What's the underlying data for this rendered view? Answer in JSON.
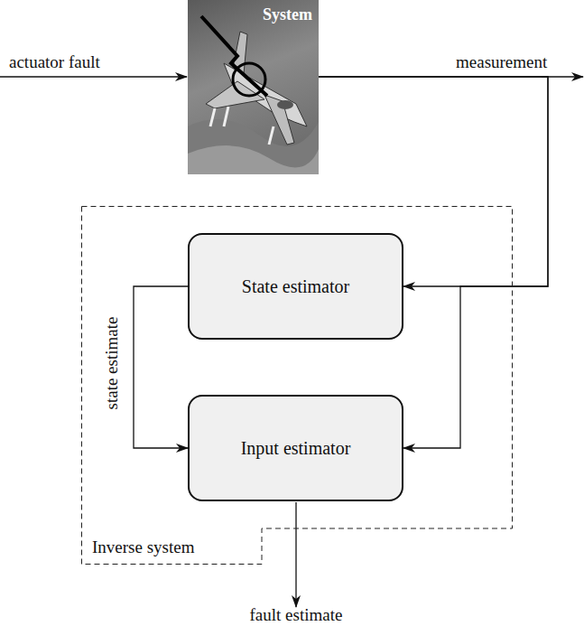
{
  "diagram": {
    "nodes": [
      {
        "text": [
          "System"
        ]
      },
      {
        "text": [
          "Inverse system"
        ]
      },
      {
        "text": [
          "State estimator"
        ],
        "in": 1
      },
      {
        "text": [
          "Input estimator"
        ],
        "in": 1
      }
    ],
    "edges": [
      {
        "from": 0,
        "to": 2,
        "arrow": "to",
        "label": "measurement"
      },
      {
        "from": 0,
        "to": 3,
        "arrow": "to"
      },
      {
        "from": 2,
        "to": 3,
        "arrow": "to",
        "label": "state estimate"
      }
    ],
    "labels": [
      "actuator fault",
      "fault estimate"
    ]
  }
}
